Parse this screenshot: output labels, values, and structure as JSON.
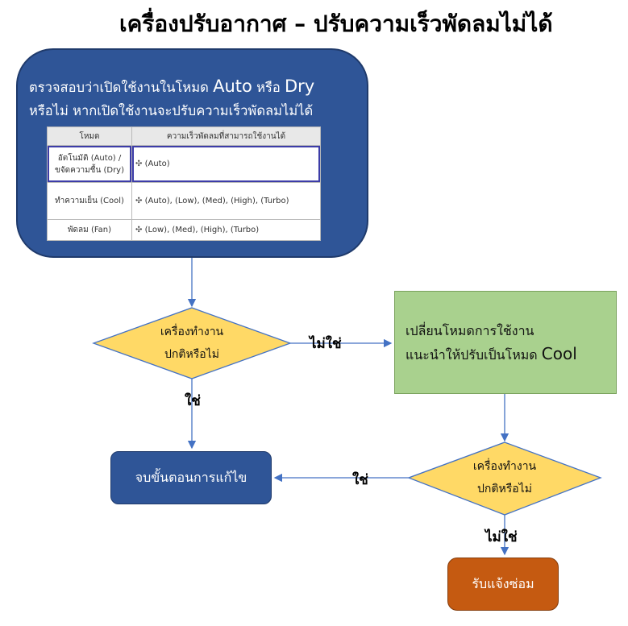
{
  "title": "เครื่องปรับอากาศ – ปรับความเร็วพัดลมไม่ได้",
  "top_box": {
    "line1_pre": "ตรวจสอบว่าเปิดใช้งานในโหมด ",
    "line1_auto": "Auto",
    "line1_mid": " หรือ ",
    "line1_dry": "Dry",
    "line2": "หรือไม่ หากเปิดใช้งานจะปรับความเร็วพัดลมไม่ได้"
  },
  "table": {
    "headers": [
      "โหมด",
      "ความเร็วพัดลมที่สามารถใช้งานได้"
    ],
    "rows": [
      {
        "mode": "อัตโนมัติ (Auto) / ขจัดความชื้น (Dry)",
        "speeds": "(Auto)"
      },
      {
        "mode": "ทำความเย็น (Cool)",
        "speeds": "(Auto), (Low), (Med), (High), (Turbo)"
      },
      {
        "mode": "พัดลม (Fan)",
        "speeds": "(Low), (Med), (High), (Turbo)"
      }
    ]
  },
  "diamond1": {
    "line1": "เครื่องทำงาน",
    "line2": "ปกติหรือไม่"
  },
  "diamond2": {
    "line1": "เครื่องทำงาน",
    "line2": "ปกติหรือไม่"
  },
  "green_box": {
    "line1": "เปลี่ยนโหมดการใช้งาน",
    "line2_pre": "แนะนำให้ปรับเป็นโหมด ",
    "line2_cool": "Cool"
  },
  "end_box": "จบขั้นตอนการแก้ไข",
  "repair_box": "รับแจ้งซ่อม",
  "labels": {
    "d1_no": "ไม่ใช่",
    "d1_yes": "ใช่",
    "d2_yes": "ใช่",
    "d2_no": "ไม่ใช่"
  },
  "colors": {
    "dark_blue": "#2f5597",
    "green": "#a9d18e",
    "diamond": "#ffd966",
    "orange": "#c55a11",
    "arrow": "#4472c4"
  }
}
